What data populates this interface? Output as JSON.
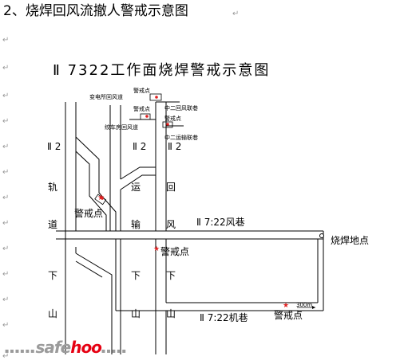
{
  "heading": "2、烧焊回风流撤人警戒示意图",
  "diagram": {
    "title": "Ⅱ 7322工作面烧焊警戒示意图",
    "lane_labels": {
      "left": [
        "Ⅱ 2",
        "轨",
        "道",
        "下",
        "山"
      ],
      "middle": [
        "Ⅱ 2",
        "运",
        "输",
        "下",
        "山"
      ],
      "right": [
        "Ⅱ 2",
        "回",
        "风",
        "下",
        "山"
      ]
    },
    "wind_lane": "Ⅱ 7:22风巷",
    "machine_lane": "Ⅱ 7:22机巷",
    "weld_point": "烧焊地点",
    "distance": "300m",
    "guard_points": [
      "警戒点",
      "警戒点",
      "警戒点"
    ],
    "tiny_labels": [
      "警戒点",
      "变电所回风道",
      "警戒点",
      "中二回风联巷",
      "警戒点",
      "绞车房回风道",
      "中二运输联巷"
    ]
  },
  "watermark": "safehoo",
  "colors": {
    "guard_star": "#e02020",
    "watermark_red": "#e60012",
    "watermark_gray": "#9b9b9b",
    "lines": "#000000"
  }
}
